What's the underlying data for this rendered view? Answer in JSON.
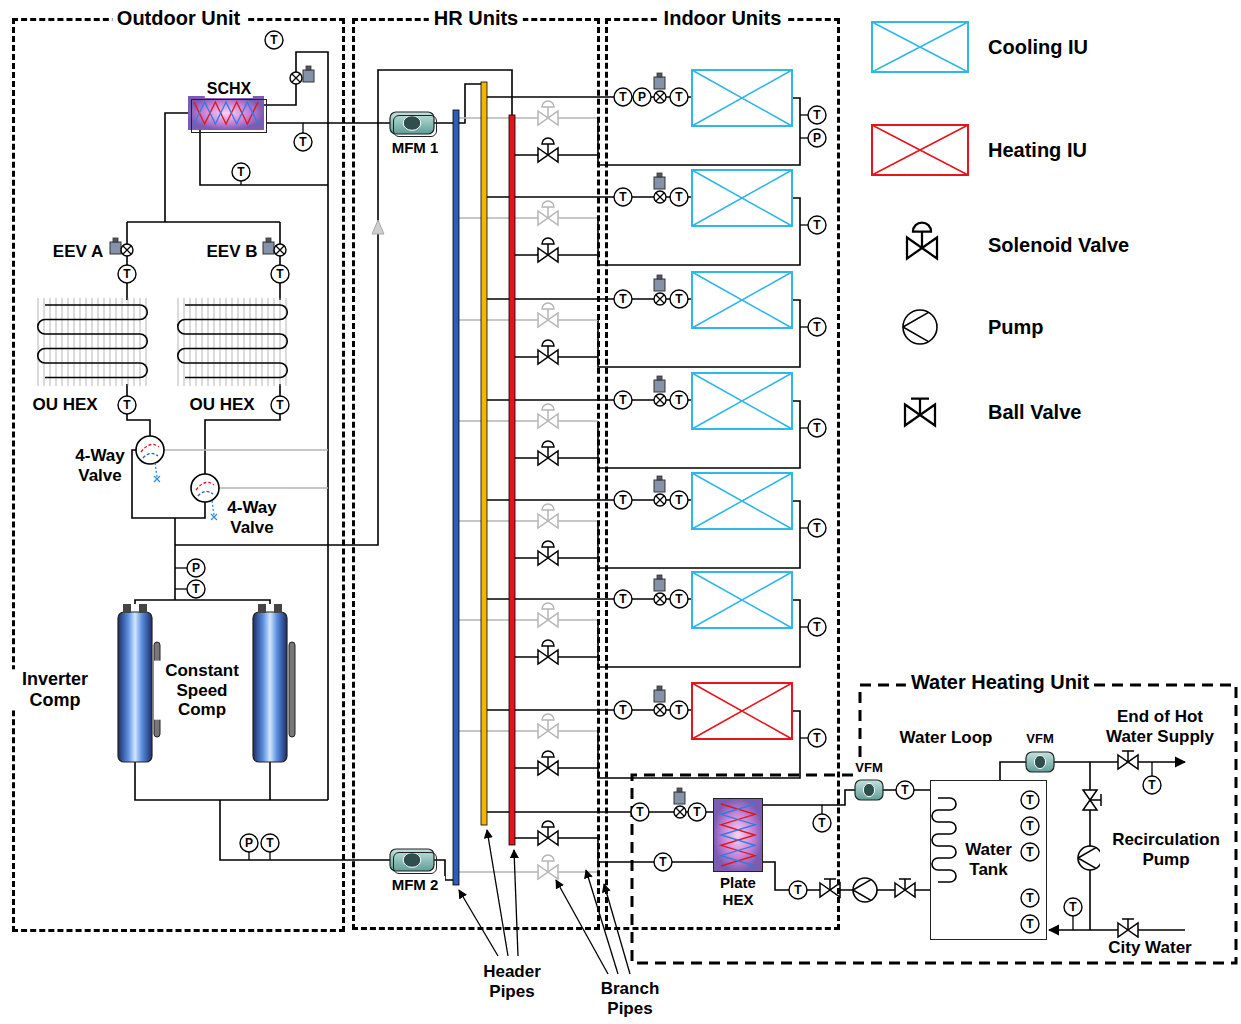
{
  "diagram": {
    "nodes": [
      {
        "text": [
          "Outdoor Unit"
        ]
      },
      {
        "text": [
          "HR Units"
        ]
      },
      {
        "text": [
          "Indoor Units"
        ]
      },
      {
        "text": [
          "Water Heating Unit"
        ]
      },
      {
        "text": [
          "SCHX"
        ],
        "in": 0
      },
      {
        "text": [
          "MFM 1"
        ],
        "in": 1
      },
      {
        "text": [
          "MFM 2"
        ],
        "in": 1
      },
      {
        "text": [
          "Plate HEX"
        ],
        "in": 3
      },
      {
        "text": [
          "Water Tank"
        ],
        "in": 3
      }
    ],
    "edges": [
      {
        "from": 4,
        "to": 5,
        "arrow": "none"
      },
      {
        "from": 7,
        "to": 8,
        "arrow": "none"
      },
      {
        "from": 8,
        "to": 7,
        "arrow": "none"
      }
    ],
    "labels": [
      "EEV A",
      "EEV B",
      "OU HEX",
      "OU HEX",
      "4-Way Valve",
      "4-Way Valve",
      "Inverter Comp",
      "Constant Speed Comp",
      "VFM",
      "VFM",
      "Water Loop",
      "End of Hot Water Supply",
      "Recirculation Pump",
      "City Water",
      "Header Pipes",
      "Branch Pipes",
      "T",
      "T",
      "T",
      "T",
      "T",
      "T",
      "T",
      "P",
      "T",
      "P",
      "T",
      "T",
      "P",
      "T",
      "T",
      "P",
      "T",
      "T",
      "T",
      "T",
      "T",
      "T",
      "T",
      "T",
      "T",
      "T",
      "T",
      "T",
      "T",
      "T",
      "T",
      "T",
      "T",
      "T",
      "T",
      "T",
      "T",
      "T",
      "T",
      "T",
      "T",
      "T",
      "T",
      "T",
      "T",
      "T",
      "T"
    ],
    "legend": [
      {
        "text": "Cooling IU"
      },
      {
        "text": "Heating IU"
      },
      {
        "text": "Solenoid Valve"
      },
      {
        "text": "Pump"
      },
      {
        "text": "Ball Valve"
      }
    ]
  }
}
